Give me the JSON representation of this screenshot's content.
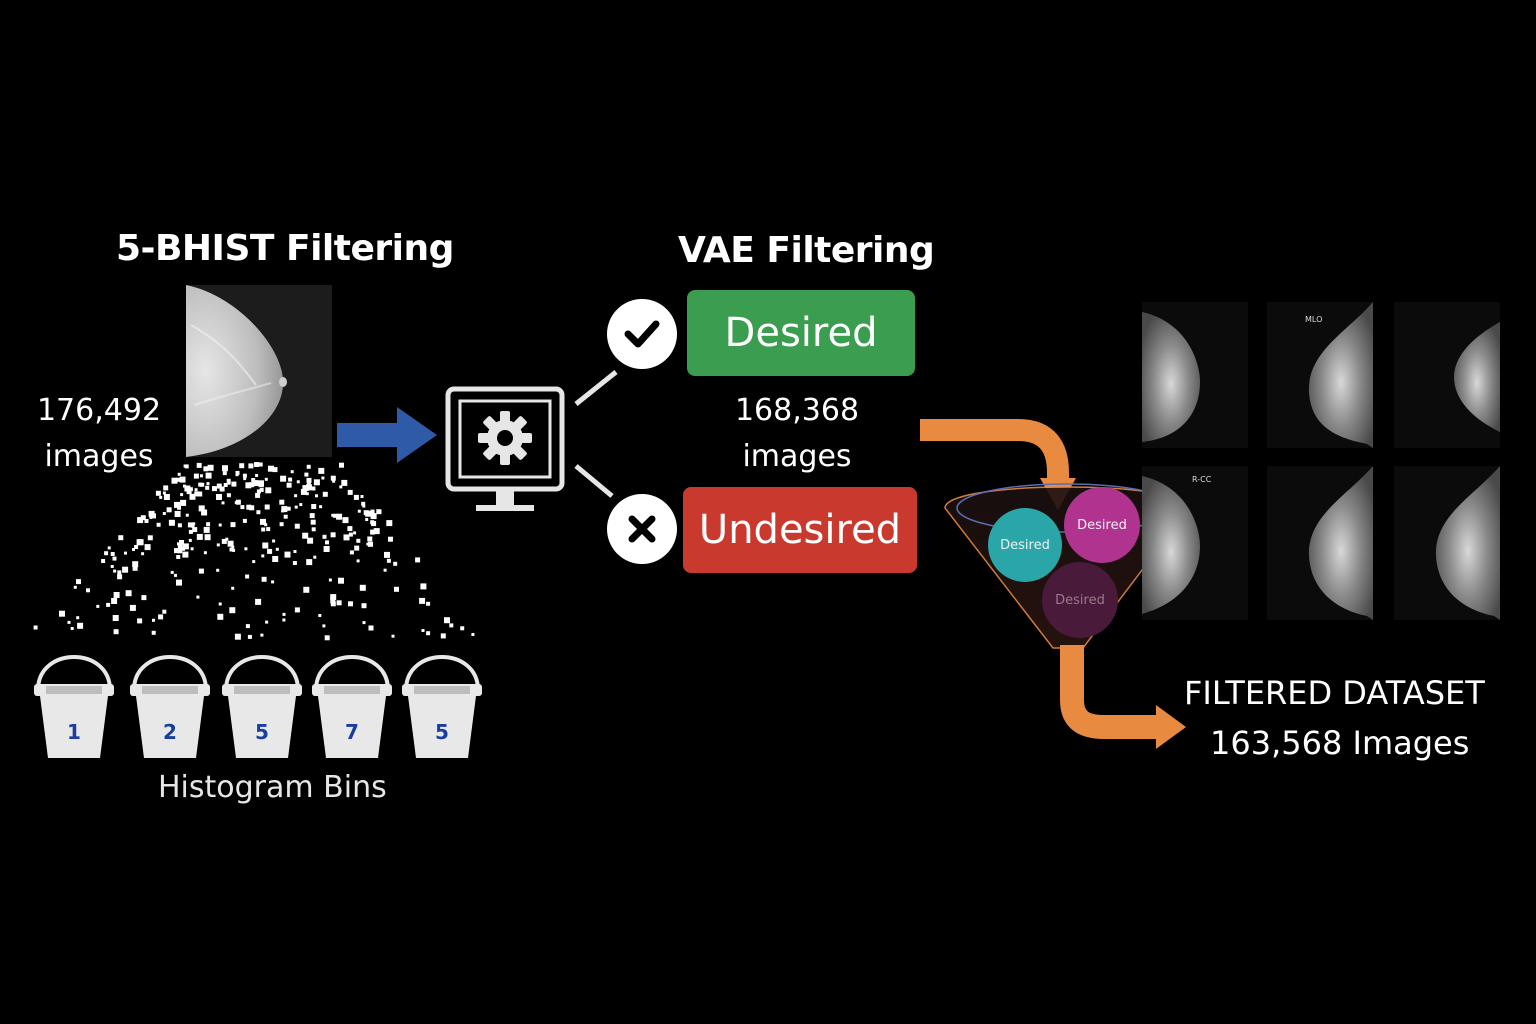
{
  "bhist": {
    "title": "5-BHIST Filtering",
    "count_value": "176,492",
    "count_unit": "images",
    "bins_label": "Histogram Bins",
    "bins": [
      "1",
      "2",
      "5",
      "7",
      "5"
    ]
  },
  "vae": {
    "title": "VAE Filtering",
    "desired_label": "Desired",
    "undesired_label": "Undesired",
    "count_value": "168,368",
    "count_unit": "images"
  },
  "funnel": {
    "circles": [
      "Desired",
      "Desired",
      "Desired"
    ]
  },
  "result": {
    "title": "FILTERED DATASET",
    "count": "163,568 Images",
    "thumb_labels": [
      "MLO",
      "R-CC"
    ]
  },
  "colors": {
    "arrow_blue": "#2e5aa8",
    "desired_green": "#3a9d4f",
    "undesired_red": "#c9392d",
    "funnel_orange": "#e88a3f",
    "circle_teal": "#2aa5a8",
    "circle_magenta": "#b0338f",
    "circle_plum": "#4a1a3a"
  },
  "icons": [
    "breast-mammogram-image",
    "settings-monitor-icon",
    "check-icon",
    "x-icon",
    "bucket-icon"
  ]
}
